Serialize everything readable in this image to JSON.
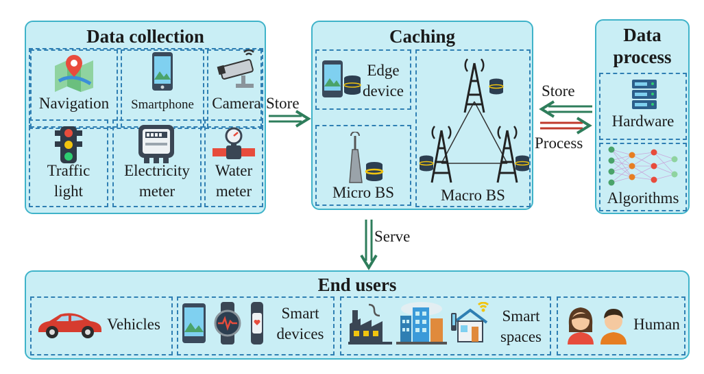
{
  "data_collection": {
    "title": "Data collection",
    "items": {
      "navigation": "Navigation",
      "smartphone": "Smartphone",
      "camera": "Camera",
      "traffic_light": [
        "Traffic",
        "light"
      ],
      "electricity_meter": [
        "Electricity",
        "meter"
      ],
      "water_meter": [
        "Water",
        "meter"
      ]
    }
  },
  "caching": {
    "title": "Caching",
    "edge_device": [
      "Edge",
      "device"
    ],
    "micro_bs": "Micro BS",
    "macro_bs": "Macro BS"
  },
  "data_process": {
    "title": [
      "Data",
      "process"
    ],
    "hardware": "Hardware",
    "algorithms": "Algorithms"
  },
  "arrows": {
    "store_left": "Store",
    "store_right": "Store",
    "process": "Process",
    "serve": "Serve"
  },
  "end_users": {
    "title": "End users",
    "vehicles": "Vehicles",
    "smart_devices": [
      "Smart",
      "devices"
    ],
    "smart_spaces": [
      "Smart",
      "spaces"
    ],
    "human": "Human"
  },
  "colors": {
    "panel_fill": "#c9eef5",
    "panel_border": "#3fb3c9",
    "dash_border": "#2f7fb3",
    "arrow_green": "#2e7d5b",
    "arrow_red": "#c0392b"
  }
}
